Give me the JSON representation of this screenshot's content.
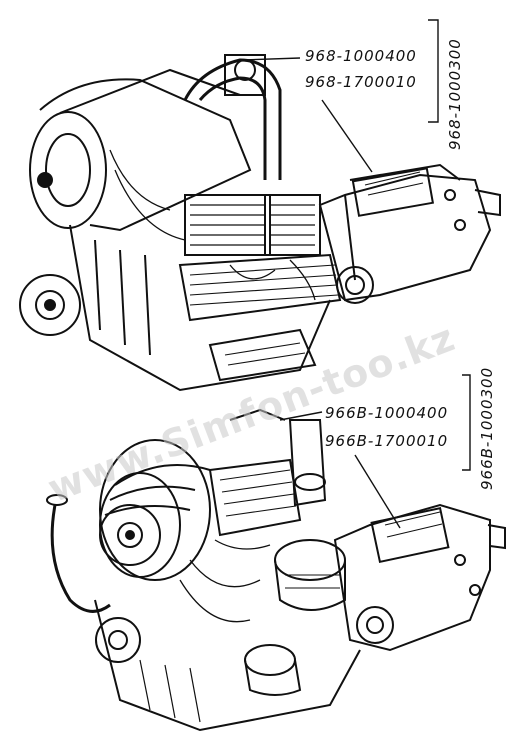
{
  "top_assembly": {
    "part_1": "968-1000400",
    "part_2": "968-1700010",
    "group": "968-1000300"
  },
  "bottom_assembly": {
    "part_1": "966В-1000400",
    "part_2": "966В-1700010",
    "group": "966В-1000300"
  },
  "watermark": "www.Simfon-too.kz",
  "colors": {
    "ink": "#111111",
    "watermark": "#c8c8c8"
  }
}
